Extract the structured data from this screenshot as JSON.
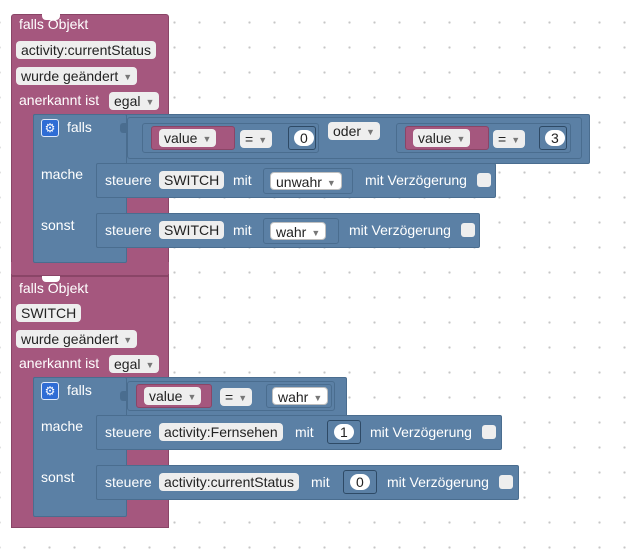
{
  "block1": {
    "falls_objekt": "falls Objekt",
    "object": "activity:currentStatus",
    "changed": "wurde geändert",
    "ack_label": "anerkannt ist",
    "ack_value": "egal",
    "if": {
      "falls": "falls",
      "left": {
        "var": "value",
        "op": "=",
        "num": "0"
      },
      "oder": "oder",
      "right": {
        "var": "value",
        "op": "=",
        "num": "3"
      },
      "mache": "mache",
      "then": {
        "steuere": "steuere",
        "target": "SWITCH",
        "mit": "mit",
        "value": "unwahr",
        "delay": "mit Verzögerung"
      },
      "sonst": "sonst",
      "else": {
        "steuere": "steuere",
        "target": "SWITCH",
        "mit": "mit",
        "value": "wahr",
        "delay": "mit Verzögerung"
      }
    }
  },
  "block2": {
    "falls_objekt": "falls Objekt",
    "object": "SWITCH",
    "changed": "wurde geändert",
    "ack_label": "anerkannt ist",
    "ack_value": "egal",
    "if": {
      "falls": "falls",
      "cond": {
        "var": "value",
        "op": "=",
        "value": "wahr"
      },
      "mache": "mache",
      "then": {
        "steuere": "steuere",
        "target": "activity:Fernsehen",
        "mit": "mit",
        "num": "1",
        "delay": "mit Verzögerung"
      },
      "sonst": "sonst",
      "else": {
        "steuere": "steuere",
        "target": "activity:currentStatus",
        "mit": "mit",
        "num": "0",
        "delay": "mit Verzögerung"
      }
    }
  },
  "colors": {
    "event": "#a5577e",
    "logic": "#5b80a5",
    "gear": "#2f6dd5"
  }
}
